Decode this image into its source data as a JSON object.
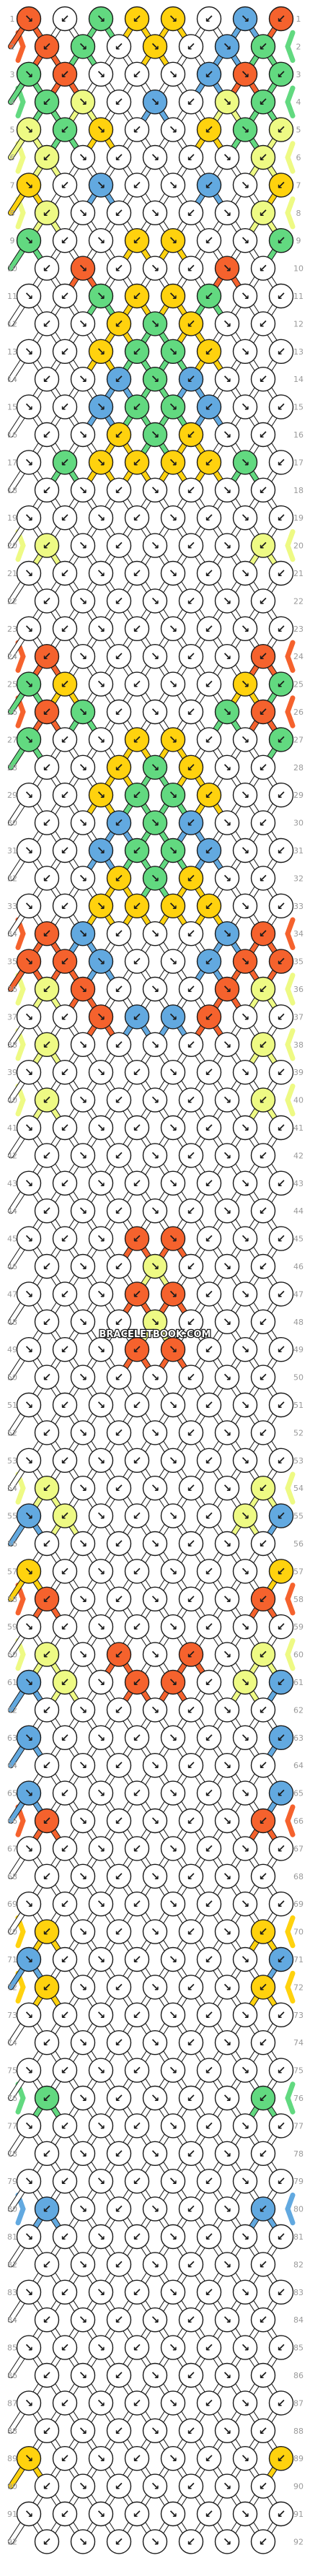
{
  "watermark": "BRACELETBOOK.COM",
  "colors": {
    "A": "#f5622d",
    "B": "#eefa84",
    "C": "#62d980",
    "D": "#ffd20e",
    "E": "#ffffff",
    "F": "#62a9e0",
    "line": "#1a1a1a",
    "row_number": "#9a9a9a"
  },
  "strings": 16,
  "knots_per_row": [
    8,
    7
  ],
  "row_labels": [
    "1",
    "2",
    "3",
    "4",
    "5",
    "6",
    "7",
    "8",
    "9",
    "10",
    "11",
    "12",
    "13",
    "14",
    "15",
    "16",
    "17",
    "18",
    "19",
    "20",
    "21",
    "22",
    "23",
    "24",
    "25",
    "26",
    "27",
    "28",
    "29",
    "30",
    "31",
    "32",
    "33",
    "34",
    "35",
    "36",
    "37",
    "38",
    "39",
    "40",
    "41",
    "42",
    "43",
    "44",
    "45",
    "46",
    "47",
    "48",
    "49",
    "50",
    "51",
    "52",
    "53",
    "54",
    "55",
    "56",
    "57",
    "58",
    "59",
    "60",
    "61",
    "62",
    "63",
    "64",
    "65",
    "66",
    "67",
    "68",
    "69",
    "70",
    "71",
    "72",
    "73",
    "74",
    "75",
    "76",
    "77",
    "78",
    "79",
    "80",
    "81",
    "82",
    "83",
    "84",
    "85",
    "86",
    "87",
    "88",
    "89",
    "90",
    "91",
    "92"
  ],
  "knot_rows": [
    "AECDDEFA",
    "ACEDEFC",
    "CAEEEFAC",
    "CBEFEBC",
    "BCDEEDCB",
    "BEEEEEB",
    "DEFEEFED",
    "BEEEEEB",
    "CEEDDEEC",
    "EAEEEAE",
    "EECDDCEE",
    "EEDCDEE",
    "EEDCCDEE",
    "EEFCFEE",
    "EEFCCFEE",
    "EEDCDEE",
    "ECDDDDCE",
    "EEEEEEE",
    "EEEEEEEE",
    "BEEEEEB",
    "EEEEEEEE",
    "EEEEEEE",
    "EEEEEEEE",
    "AEEEEEA",
    "CDEEEEDC",
    "ACEEECA",
    "CEEDDEEC",
    "EEDCDEE",
    "EEDCCDEE",
    "EEFCFEE",
    "EEFCCFEE",
    "EEDCDEE",
    "EEDDDDEE",
    "AFEEEFA",
    "AAFEEFAA",
    "BAEEEAB",
    "EEAFFAEE",
    "BEEEEEB",
    "EEEEEEEE",
    "BEEEEEB",
    "EEEEEEEE",
    "EEEEEEE",
    "EEEEEEEE",
    "EEEEEEE",
    "EEEAAEEE",
    "EEEBEEE",
    "EEEAAEEE",
    "EEEBEEE",
    "EEEAAEEE",
    "EEEEEEE",
    "EEEEEEEE",
    "EEEEEEE",
    "EEEEEEEE",
    "BEEEEEB",
    "FBEEEEBF",
    "EEEEEEE",
    "DEEEEEED",
    "AEEEEEA",
    "EEEEEEEE",
    "BEAEAEB",
    "FBEAAEBF",
    "EEEEEEE",
    "FEEEEEEF",
    "EEEEEEE",
    "FEEEEEEF",
    "AEEEEEA",
    "EEEEEEEE",
    "EEEEEEE",
    "EEEEEEEE",
    "DEEEEED",
    "FEEEEEEF",
    "DEEEEED",
    "EEEEEEEE",
    "EEEEEEE",
    "EEEEEEEE",
    "CEEEEEC",
    "EEEEEEEE",
    "EEEEEEE",
    "EEEEEEEE",
    "FEEEEEF",
    "EEEEEEEE",
    "EEEEEEE",
    "EEEEEEEE",
    "EEEEEEE",
    "EEEEEEEE",
    "EEEEEEE",
    "EEEEEEEE",
    "EEEEEEE",
    "DEEEEEED",
    "EEEEEEE",
    "EEEEEEEE",
    "EEEEEEE"
  ]
}
